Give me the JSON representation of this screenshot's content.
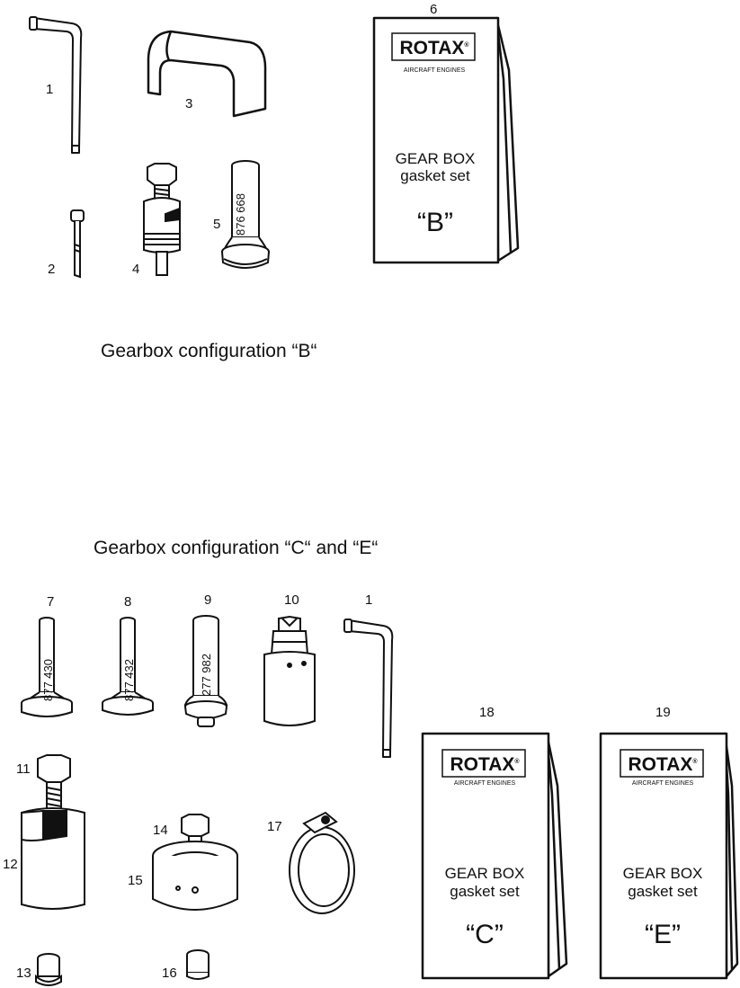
{
  "config_b": {
    "heading": "Gearbox configuration “B“",
    "labels": {
      "n1": "1",
      "n2": "2",
      "n3": "3",
      "n4": "4",
      "n5": "5",
      "n6": "6"
    },
    "tool_5_number": "876 668",
    "packet": {
      "brand": "ROTAX",
      "reg": "®",
      "subtitle": "AIRCRAFT ENGINES",
      "line1": "GEAR BOX",
      "line2": "gasket set",
      "variant": "“B”"
    }
  },
  "config_ce": {
    "heading": "Gearbox configuration “C“ and “E“",
    "labels": {
      "n7": "7",
      "n8": "8",
      "n9": "9",
      "n10": "10",
      "n1": "1",
      "n11": "11",
      "n12": "12",
      "n13": "13",
      "n14": "14",
      "n15": "15",
      "n16": "16",
      "n17": "17",
      "n18": "18",
      "n19": "19"
    },
    "tool_7_number": "877 430",
    "tool_8_number": "877 432",
    "tool_9_number": "277 982",
    "packet_c": {
      "brand": "ROTAX",
      "reg": "®",
      "subtitle": "AIRCRAFT ENGINES",
      "line1": "GEAR BOX",
      "line2": "gasket set",
      "variant": "“C”"
    },
    "packet_e": {
      "brand": "ROTAX",
      "reg": "®",
      "subtitle": "AIRCRAFT ENGINES",
      "line1": "GEAR BOX",
      "line2": "gasket set",
      "variant": "“E”"
    }
  }
}
